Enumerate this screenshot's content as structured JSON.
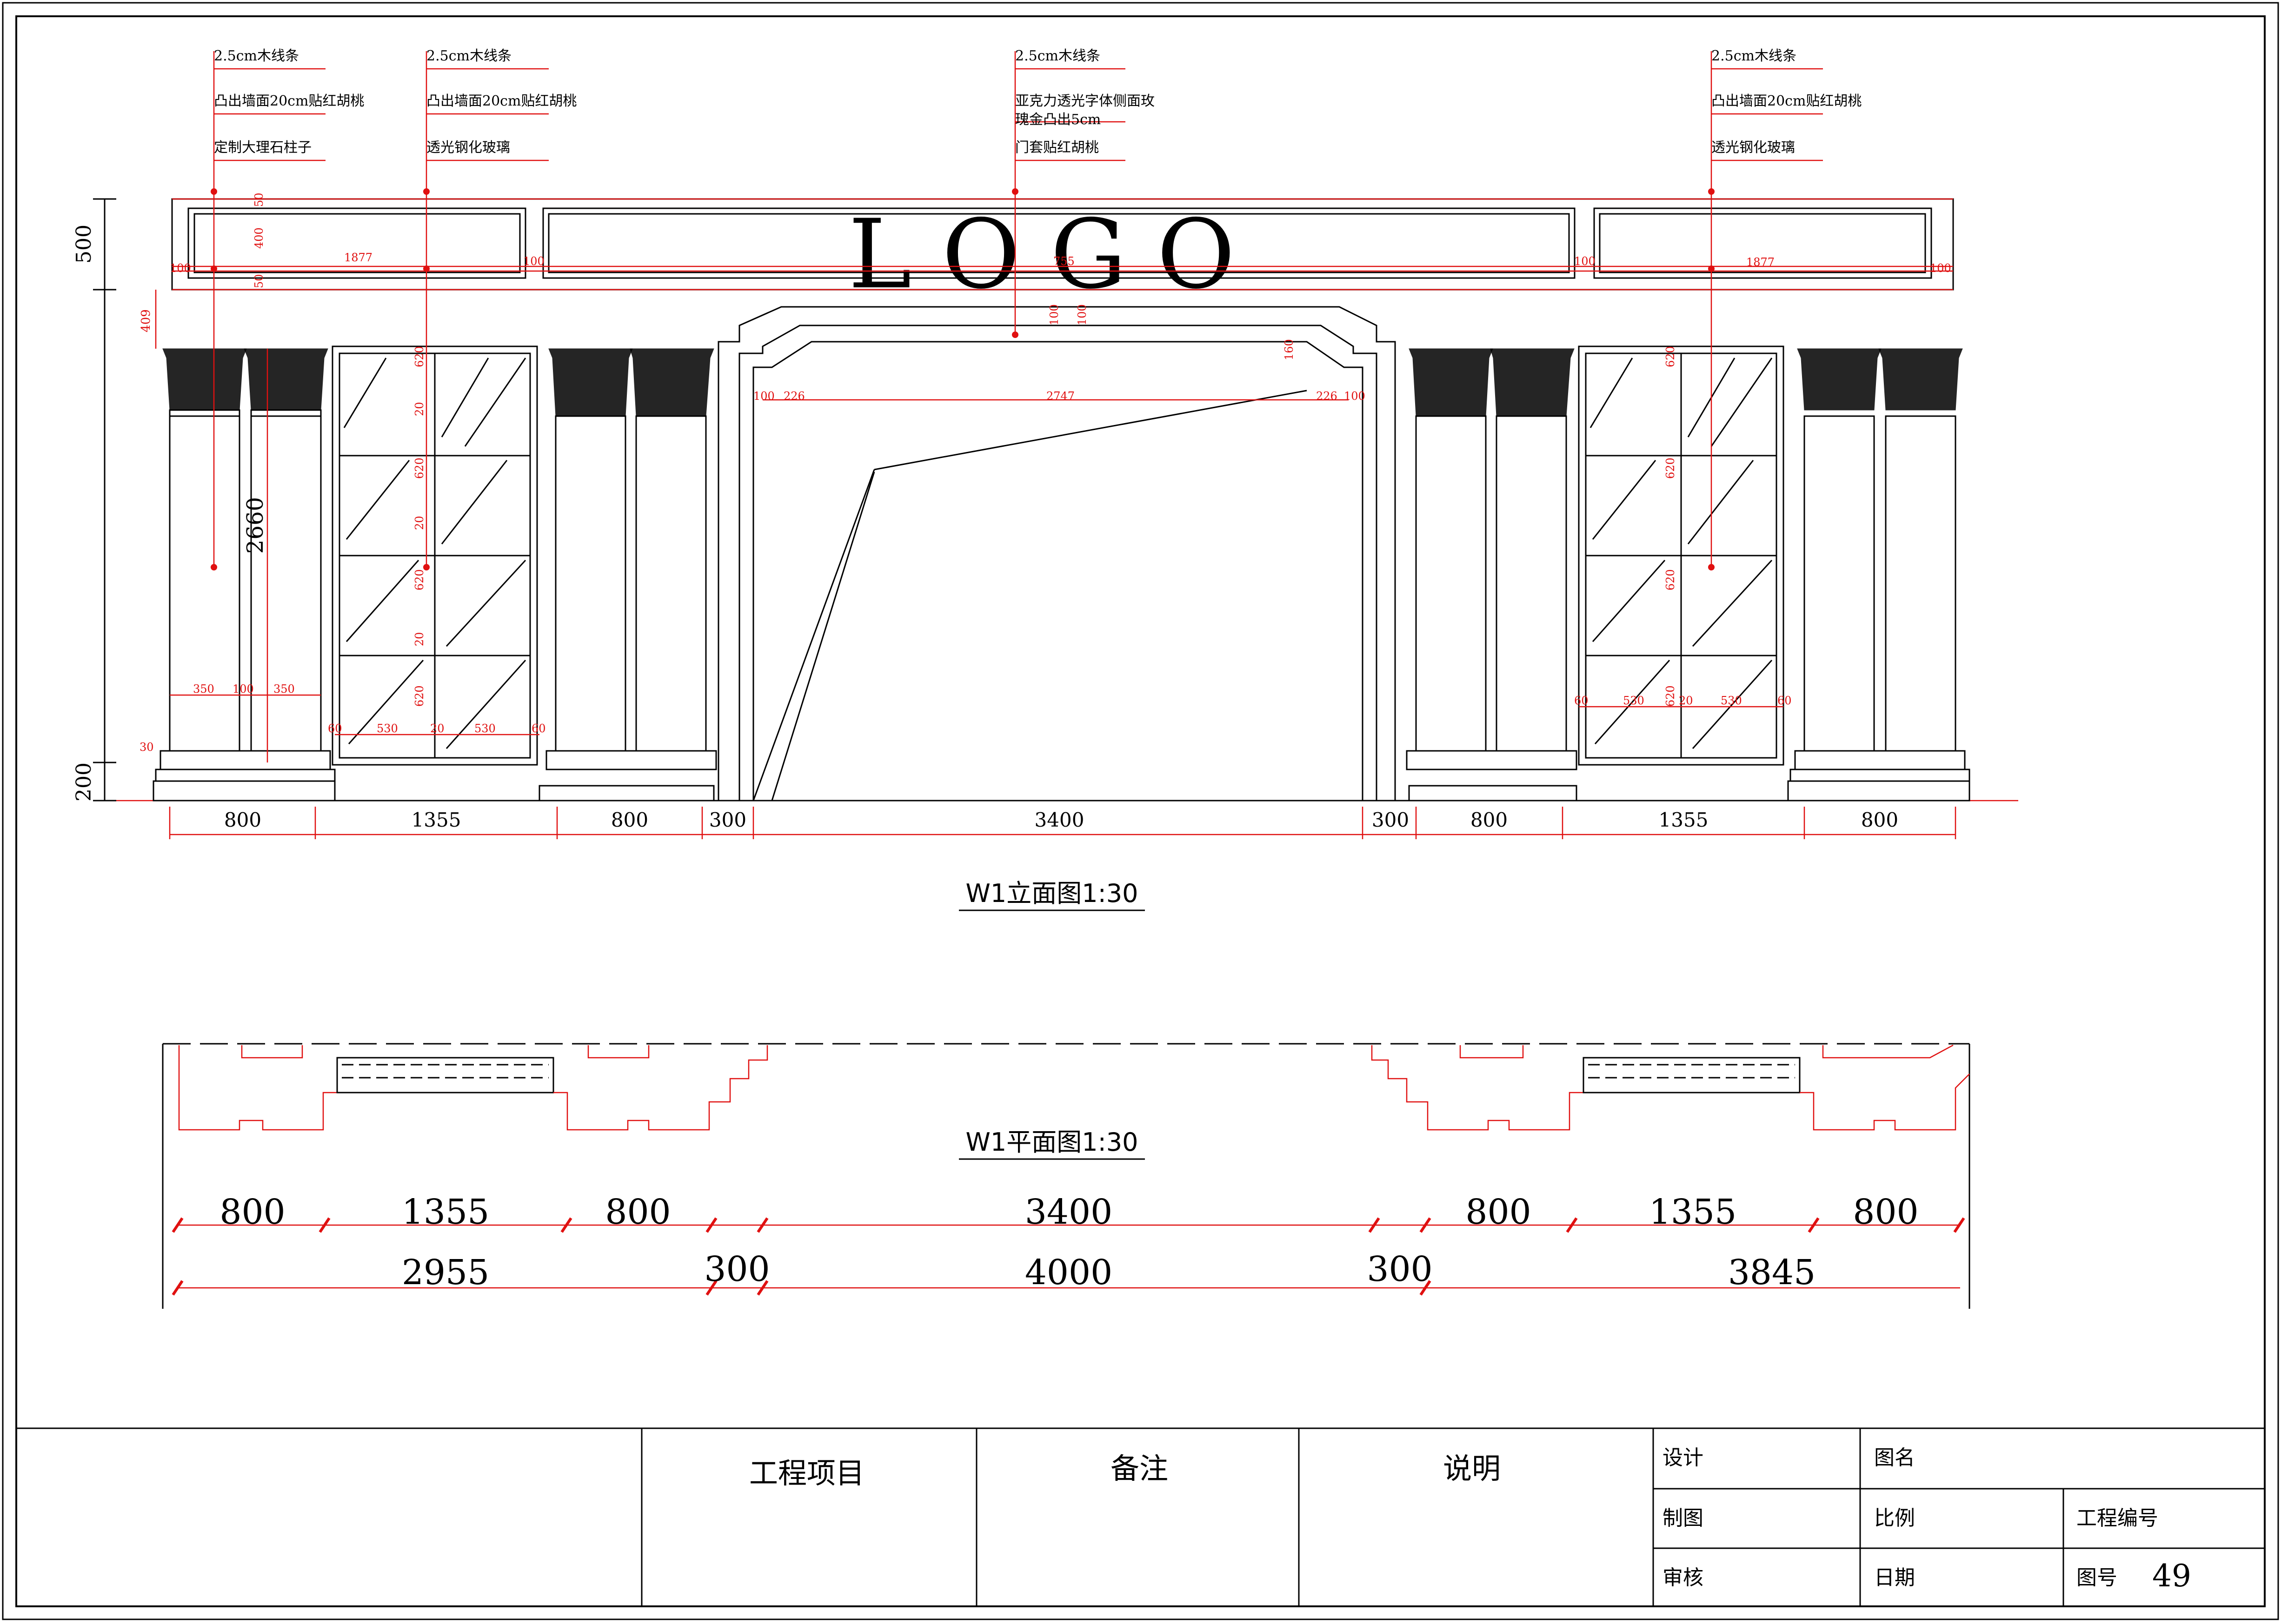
{
  "drawing": {
    "logo_text": "L O G O",
    "elevation_title": "W1立面图1:30",
    "plan_title": "W1平面图1:30",
    "drawing_number": "49"
  },
  "annotations": {
    "left_col": [
      "2.5cm木线条",
      "凸出墙面20cm贴红胡桃",
      "定制大理石柱子"
    ],
    "left_glass": [
      "2.5cm木线条",
      "凸出墙面20cm贴红胡桃",
      "透光钢化玻璃"
    ],
    "center": [
      "2.5cm木线条",
      "亚克力透光字体侧面玫",
      "瑰金凸出5cm",
      "门套贴红胡桃"
    ],
    "right_glass": [
      "2.5cm木线条",
      "凸出墙面20cm贴红胡桃",
      "透光钢化玻璃"
    ]
  },
  "dims": {
    "elev_bottom": [
      "800",
      "1355",
      "800",
      "300",
      "3400",
      "300",
      "800",
      "1355",
      "800"
    ],
    "elev_left": [
      "500",
      "409",
      "2660",
      "200"
    ],
    "plan_row1": [
      "800",
      "1355",
      "800",
      "3400",
      "800",
      "1355",
      "800"
    ],
    "plan_row2": [
      "2955",
      "300",
      "4000",
      "300",
      "3845"
    ],
    "small": {
      "d100": "100",
      "d1877": "1877",
      "d755": "755",
      "d50": "50",
      "d400": "400",
      "d620": "620",
      "d20": "20",
      "d530": "530",
      "d60": "60",
      "d350": "350",
      "d226": "226",
      "d2747": "2747",
      "d160": "160",
      "d30": "30"
    }
  },
  "title_block": {
    "project": "工程项目",
    "remarks": "备注",
    "description": "说明",
    "design": "设计",
    "drafting": "制图",
    "review": "审核",
    "drawing_name": "图名",
    "scale": "比例",
    "date": "日期",
    "project_number": "工程编号",
    "drawing_no_label": "图号"
  }
}
